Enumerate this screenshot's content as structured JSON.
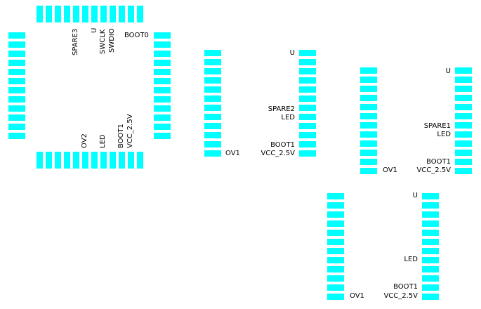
{
  "pad_color": "#00ffff",
  "background": "#ffffff",
  "labels": {
    "qfp_boot0": "BOOT0",
    "qfp_spare3": "SPARE3",
    "qfp_u": "U",
    "qfp_swclk": "SWCLK",
    "qfp_swdio": "SWDIO",
    "qfp_ov2": "OV2",
    "qfp_led": "LED",
    "qfp_boot1": "BOOT1",
    "qfp_vcc": "VCC_2.5V",
    "c1_u": "U",
    "c1_spare2": "SPARE2",
    "c1_led": "LED",
    "c1_boot1": "BOOT1",
    "c1_vcc": "VCC_2.5V",
    "c1_ov1": "OV1",
    "c2_u": "U",
    "c2_spare1": "SPARE1",
    "c2_led": "LED",
    "c2_boot1": "BOOT1",
    "c2_vcc": "VCC_2.5V",
    "c2_ov1": "OV1",
    "c3_u": "U",
    "c3_led": "LED",
    "c3_boot1": "BOOT1",
    "c3_vcc": "VCC_2.5V",
    "c3_ov1": "OV1"
  }
}
